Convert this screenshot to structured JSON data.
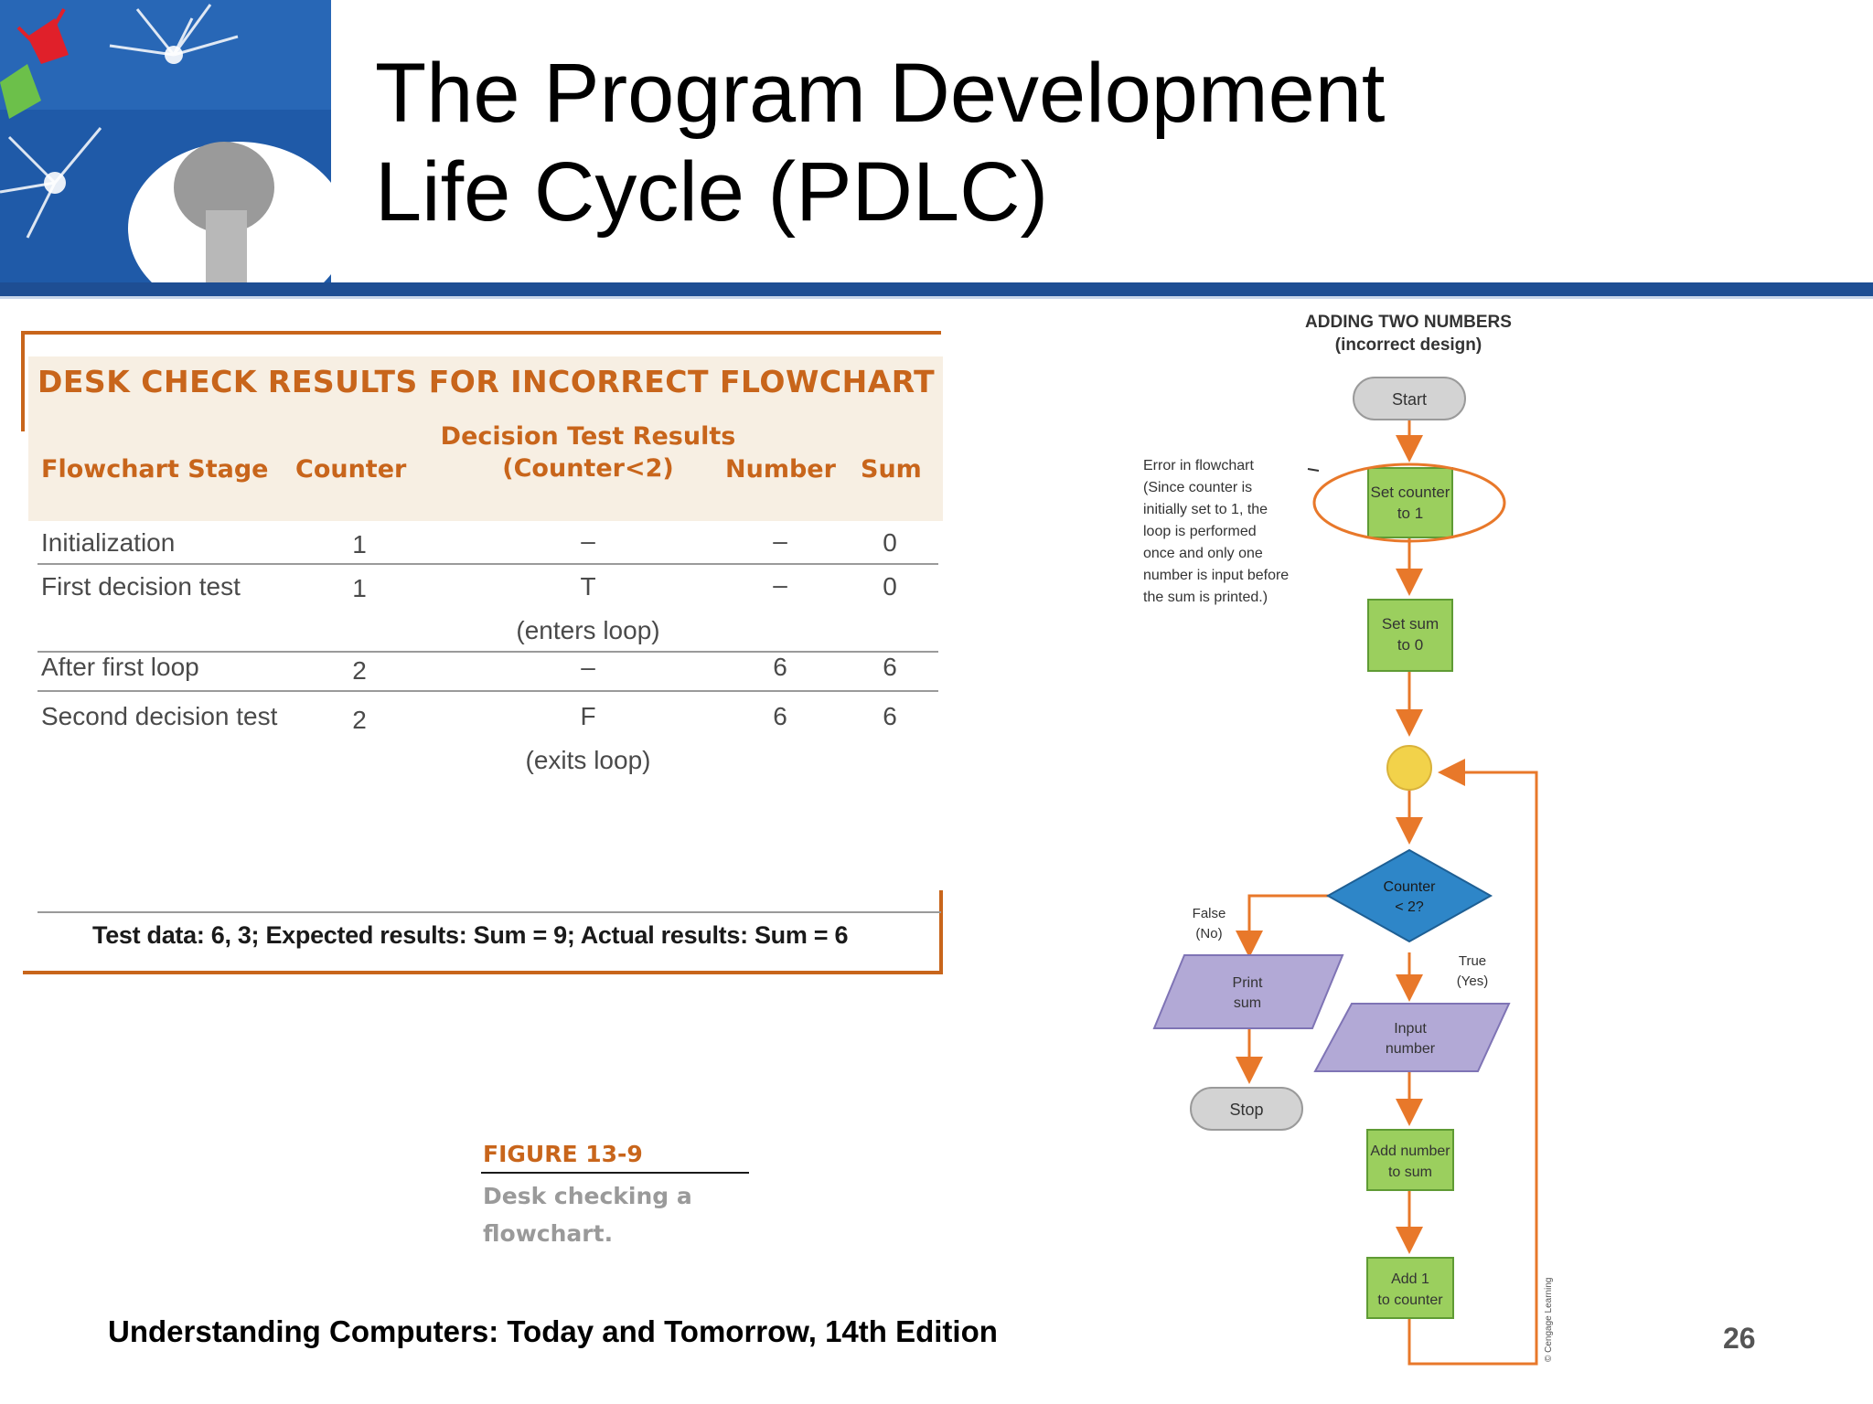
{
  "slide": {
    "title_line1": "The Program Development",
    "title_line2": "Life Cycle (PDLC)",
    "footer": "Understanding Computers: Today and Tomorrow, 14th Edition",
    "page_number": "26"
  },
  "desk_check": {
    "title": "DESK CHECK RESULTS FOR INCORRECT FLOWCHART",
    "columns": {
      "stage": "Flowchart Stage",
      "counter": "Counter",
      "decision_line1": "Decision Test Results",
      "decision_line2": "(Counter<2)",
      "number": "Number",
      "sum": "Sum"
    },
    "rows": [
      {
        "stage": "Initialization",
        "counter": "1",
        "decision": "–",
        "decision_note": "",
        "number": "–",
        "sum": "0"
      },
      {
        "stage": "First decision test",
        "counter": "1",
        "decision": "T",
        "decision_note": "(enters loop)",
        "number": "–",
        "sum": "0"
      },
      {
        "stage": "After first loop",
        "counter": "2",
        "decision": "–",
        "decision_note": "",
        "number": "6",
        "sum": "6"
      },
      {
        "stage": "Second decision test",
        "counter": "2",
        "decision": "F",
        "decision_note": "(exits loop)",
        "number": "6",
        "sum": "6"
      }
    ],
    "footer": "Test data: 6, 3; Expected results: Sum = 9; Actual results: Sum = 6"
  },
  "figure": {
    "label": "FIGURE 13-9",
    "caption": "Desk checking a flowchart."
  },
  "flowchart": {
    "title_line1": "ADDING TWO NUMBERS",
    "title_line2": "(incorrect design)",
    "start": "Start",
    "set_counter_1": "Set counter",
    "set_counter_2": "to 1",
    "set_sum_1": "Set sum",
    "set_sum_2": "to 0",
    "decision_1": "Counter",
    "decision_2": "< 2?",
    "false_1": "False",
    "false_2": "(No)",
    "true_1": "True",
    "true_2": "(Yes)",
    "print_1": "Print",
    "print_2": "sum",
    "input_1": "Input",
    "input_2": "number",
    "stop": "Stop",
    "add_number_1": "Add number",
    "add_number_2": "to sum",
    "add_one_1": "Add 1",
    "add_one_2": "to counter",
    "error_note": [
      "Error in flowchart",
      "(Since counter is",
      "initially set to 1, the",
      "loop is performed",
      "once and only one",
      "number is input before",
      "the sum is printed.)"
    ],
    "credit": "© Cengage Learning"
  },
  "colors": {
    "title_bar": "#1e4e93",
    "accent_orange": "#c8651b",
    "process_green": "#9bcf5e",
    "io_purple": "#b2a9d6",
    "decision_blue": "#2e86c8",
    "terminal_gray": "#d3d3d3"
  }
}
